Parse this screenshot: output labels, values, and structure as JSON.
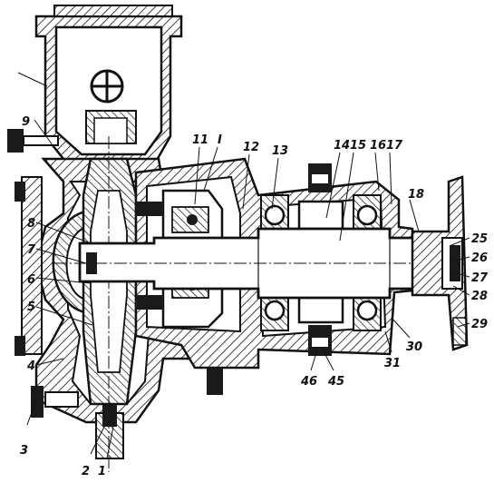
{
  "callouts": {
    "c1": "1",
    "c2": "2",
    "c3": "3",
    "c4": "4",
    "c5": "5",
    "c6": "6",
    "c7": "7",
    "c8": "8",
    "c9": "9",
    "c11": "11",
    "cI": "I",
    "c12": "12",
    "c13": "13",
    "c14": "14",
    "c15": "15",
    "c16": "16",
    "c17": "17",
    "c18": "18",
    "c25": "25",
    "c26": "26",
    "c27": "27",
    "c28": "28",
    "c29": "29",
    "c30": "30",
    "c31": "31",
    "c45": "45",
    "c46": "46"
  }
}
